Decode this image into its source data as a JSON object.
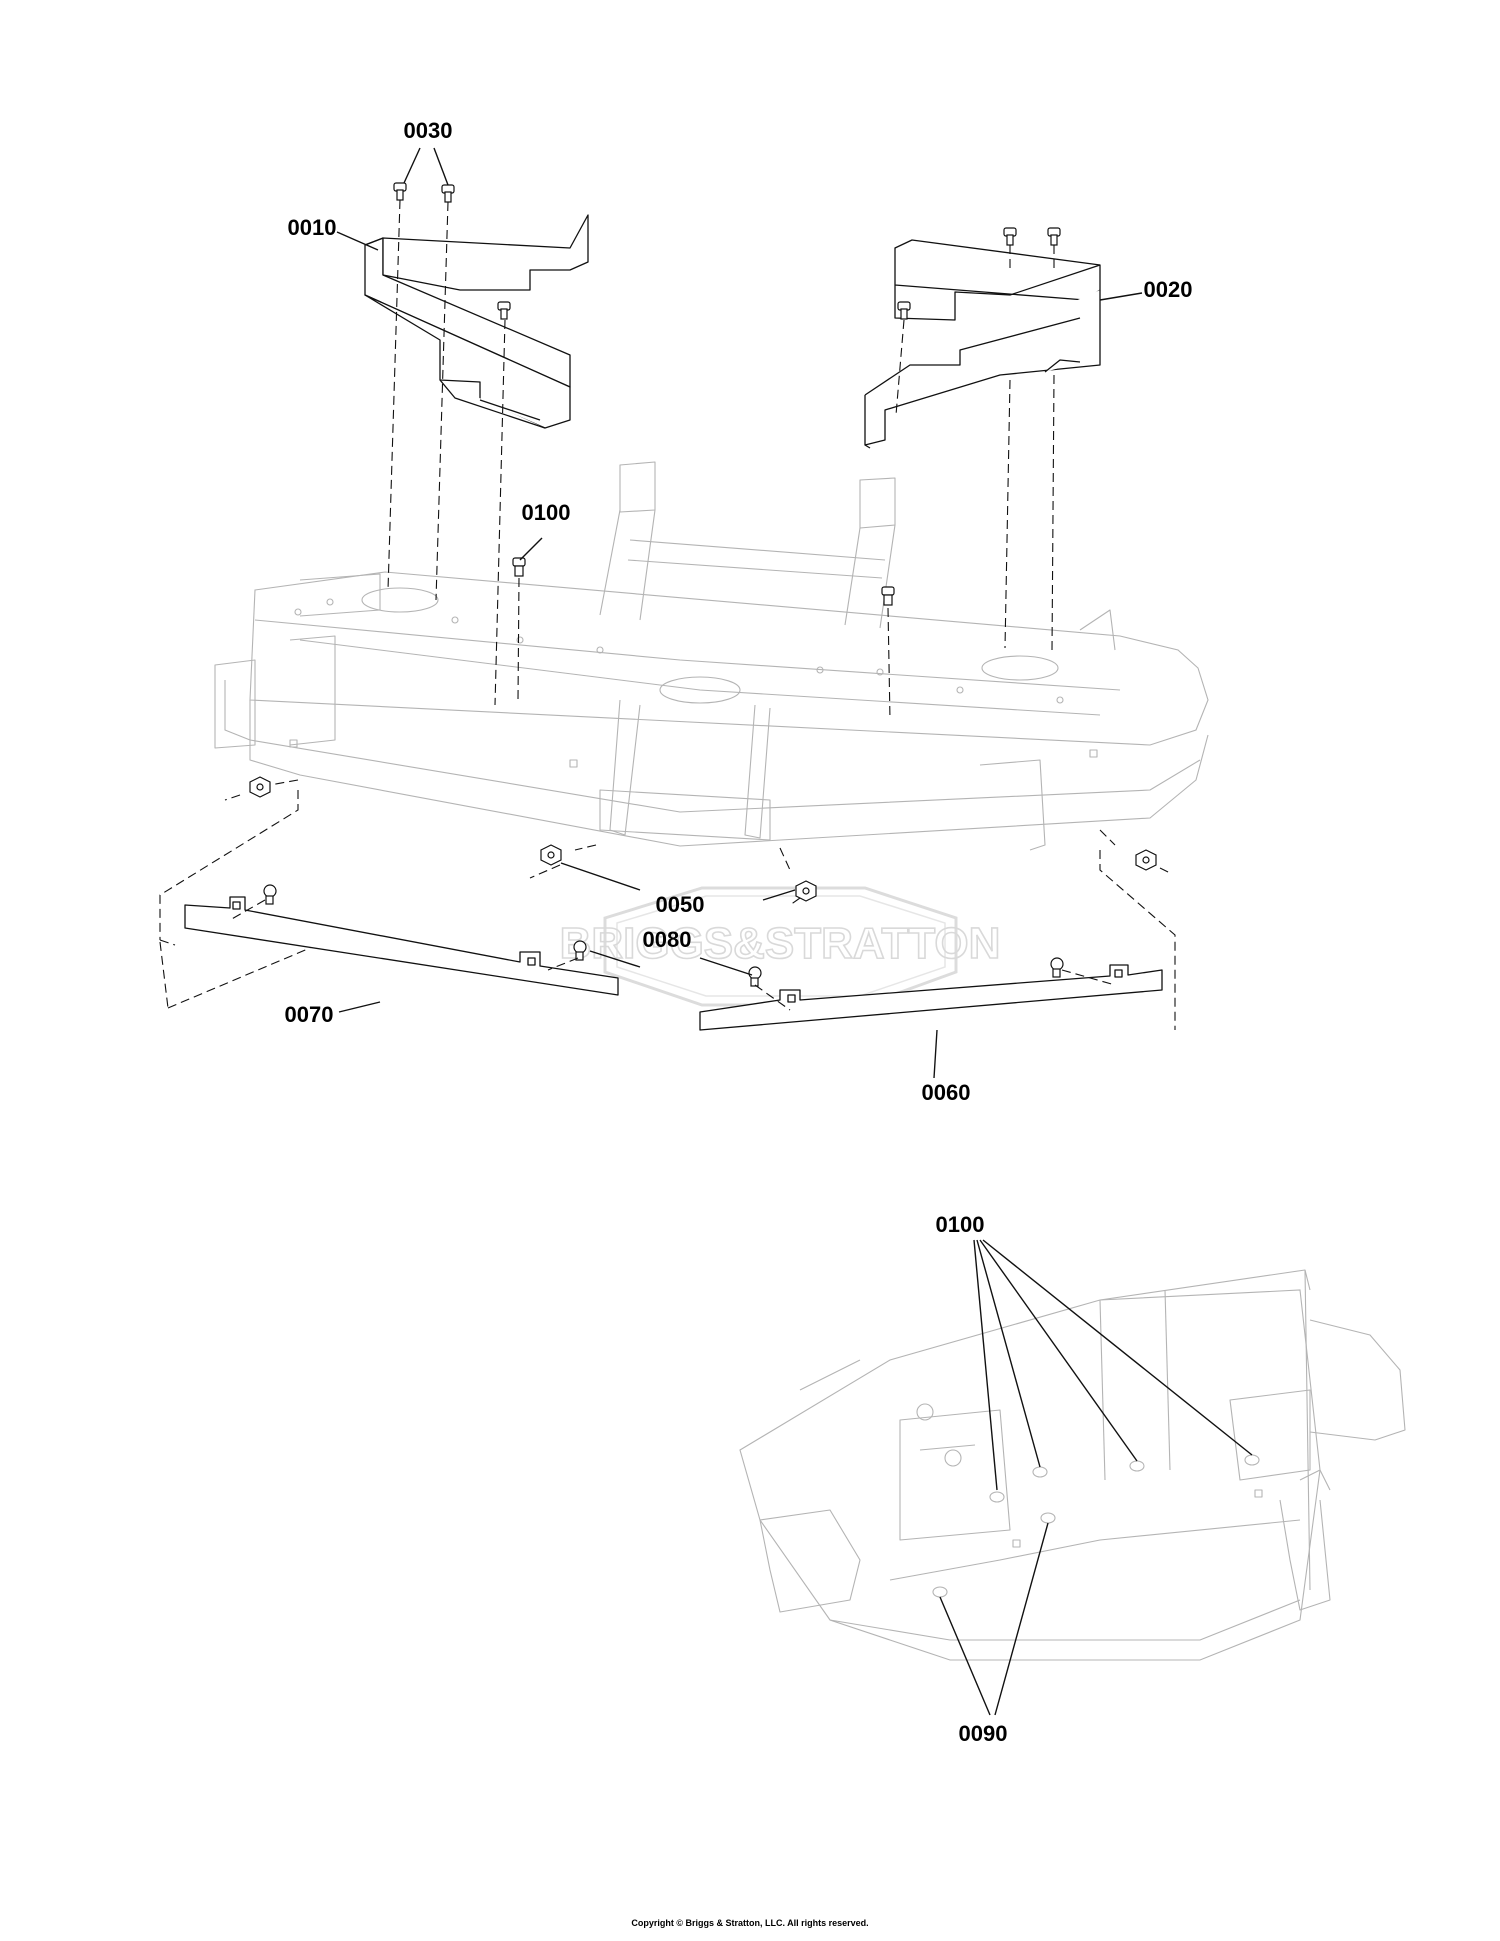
{
  "callouts": {
    "c0010": "0010",
    "c0020": "0020",
    "c0030": "0030",
    "c0050": "0050",
    "c0060": "0060",
    "c0070": "0070",
    "c0080": "0080",
    "c0100_top": "0100",
    "c0100_detail": "0100",
    "c0090": "0090"
  },
  "watermark": "BRIGGS&STRATTON",
  "copyright": "Copyright © Briggs & Stratton, LLC. All rights reserved."
}
